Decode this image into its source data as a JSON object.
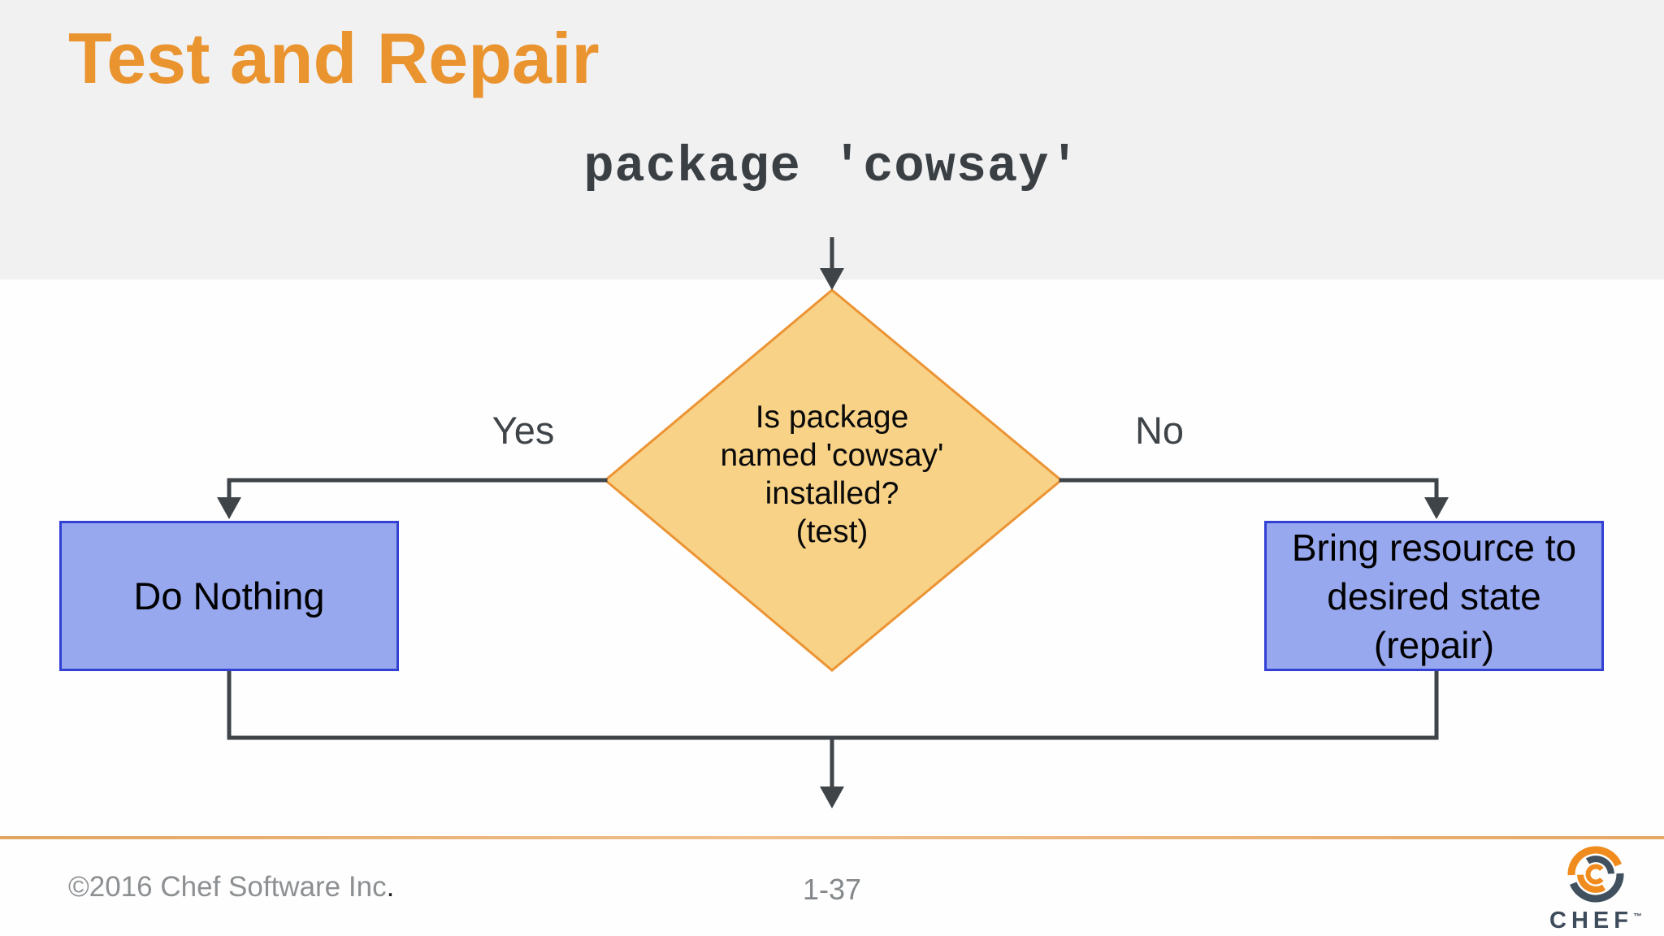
{
  "slide": {
    "title": "Test and Repair",
    "code": "package 'cowsay'"
  },
  "diagram": {
    "decision_lines": [
      "Is package",
      "named 'cowsay'",
      "installed?",
      "(test)"
    ],
    "yes_label": "Yes",
    "no_label": "No",
    "do_nothing_label": "Do Nothing",
    "repair_lines": [
      "Bring resource to",
      "desired state",
      "(repair)"
    ]
  },
  "footer": {
    "copyright": "©2016 Chef Software Inc",
    "copyright_period": ".",
    "page_number": "1-37",
    "logo_text": "CHEF",
    "logo_tm": "™"
  },
  "colors": {
    "title_orange": "#EA9430",
    "diamond_fill": "#F8D287",
    "diamond_border": "#EC9434",
    "box_fill": "#98A8EE",
    "box_border": "#3240D4",
    "connector": "#3F4449",
    "divider_tan": "#E8AC72",
    "footer_gray": "#8D9092",
    "logo_orange": "#F08B1D",
    "logo_slate": "#41505E"
  }
}
